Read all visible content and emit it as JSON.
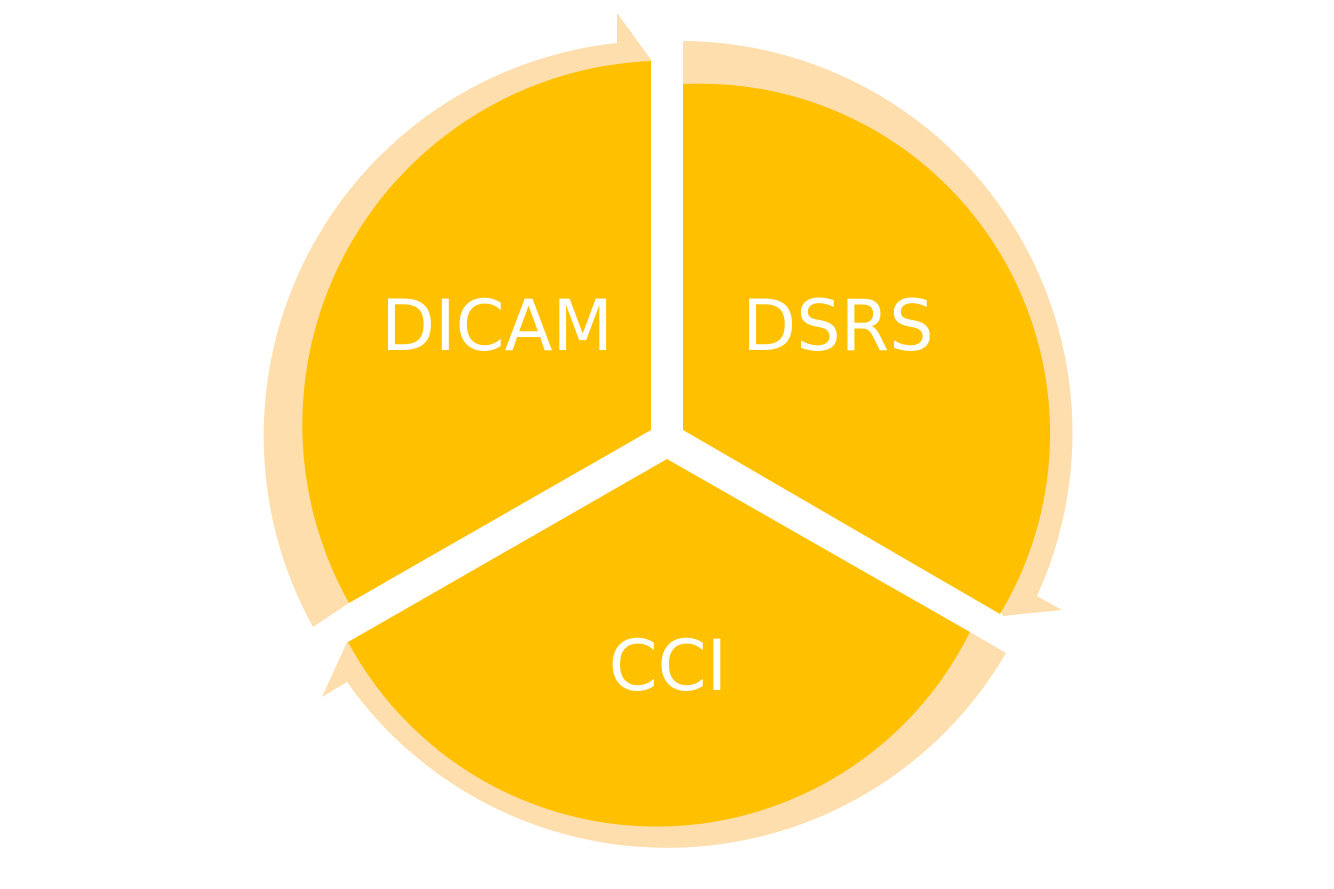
{
  "diagram": {
    "type": "cycle",
    "segments": [
      {
        "id": "dicam",
        "label": "DICAM"
      },
      {
        "id": "dsrs",
        "label": "DSRS"
      },
      {
        "id": "cci",
        "label": "CCI"
      }
    ],
    "colors": {
      "segment_fill": "#FFC000",
      "arrow_fill": "#FFDEAD",
      "label_text": "#FFFFFF",
      "gap": "#FFFFFF",
      "background": "#FFFFFF"
    }
  }
}
